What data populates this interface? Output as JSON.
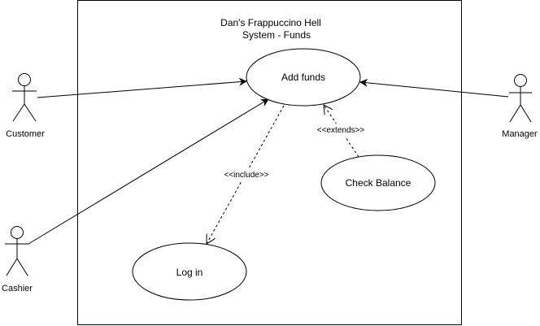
{
  "diagram": {
    "title_line1": "Dan's Frappuccino Hell",
    "title_line2": "System - Funds",
    "colors": {
      "stroke": "#000000",
      "fill": "#ffffff",
      "text": "#000000"
    },
    "actors": {
      "customer": "Customer",
      "cashier": "Cashier",
      "manager": "Manager"
    },
    "use_cases": {
      "add_funds": "Add funds",
      "check_balance": "Check Balance",
      "log_in": "Log in"
    },
    "relations": {
      "include": "<<include>>",
      "extends": "<<extends>>"
    }
  }
}
